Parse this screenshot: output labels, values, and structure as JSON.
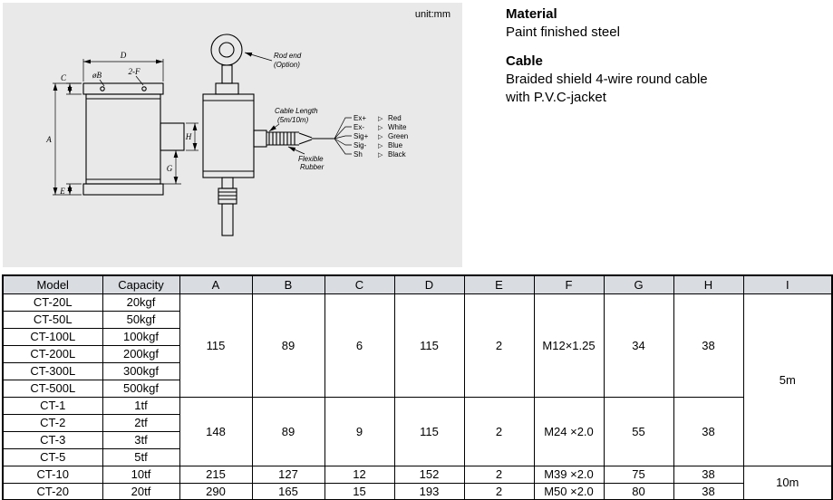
{
  "colors": {
    "panel_bg": "#e9e9e9",
    "table_header_bg": "#d9dce1"
  },
  "info": {
    "material_heading": "Material",
    "material_text": "Paint finished steel",
    "cable_heading": "Cable",
    "cable_text_line1": "Braided shield 4-wire round cable",
    "cable_text_line2": "with P.V.C-jacket"
  },
  "drawing": {
    "unit_label": "unit:mm",
    "dim_d": "D",
    "dim_c": "C",
    "dim_phi_b": "øB",
    "dim_2f": "2-F",
    "dim_a": "A",
    "dim_e": "E",
    "dim_h": "H",
    "dim_g": "G",
    "rod_end_line1": "Rod end",
    "rod_end_line2": "(Option)",
    "cable_length_line1": "Cable Length",
    "cable_length_line2": "(5m/10m)",
    "flexible_line1": "Flexible",
    "flexible_line2": "Rubber",
    "wires": [
      {
        "pin": "Ex+",
        "tri": "▷",
        "color": "Red"
      },
      {
        "pin": "Ex-",
        "tri": "▷",
        "color": "White"
      },
      {
        "pin": "Sig+",
        "tri": "▷",
        "color": "Green"
      },
      {
        "pin": "Sig-",
        "tri": "▷",
        "color": "Blue"
      },
      {
        "pin": "Sh",
        "tri": "▷",
        "color": "Black"
      }
    ]
  },
  "table": {
    "headers": [
      "Model",
      "Capacity",
      "A",
      "B",
      "C",
      "D",
      "E",
      "F",
      "G",
      "H",
      "I"
    ],
    "rows": [
      {
        "model": "CT-20L",
        "capacity": "20kgf"
      },
      {
        "model": "CT-50L",
        "capacity": "50kgf"
      },
      {
        "model": "CT-100L",
        "capacity": "100kgf"
      },
      {
        "model": "CT-200L",
        "capacity": "200kgf"
      },
      {
        "model": "CT-300L",
        "capacity": "300kgf"
      },
      {
        "model": "CT-500L",
        "capacity": "500kgf"
      },
      {
        "model": "CT-1",
        "capacity": "1tf"
      },
      {
        "model": "CT-2",
        "capacity": "2tf"
      },
      {
        "model": "CT-3",
        "capacity": "3tf"
      },
      {
        "model": "CT-5",
        "capacity": "5tf"
      },
      {
        "model": "CT-10",
        "capacity": "10tf"
      },
      {
        "model": "CT-20",
        "capacity": "20tf"
      }
    ],
    "groups": [
      {
        "A": "115",
        "B": "89",
        "C": "6",
        "D": "115",
        "E": "2",
        "F": "M12×1.25",
        "G": "34",
        "H": "38"
      },
      {
        "A": "148",
        "B": "89",
        "C": "9",
        "D": "115",
        "E": "2",
        "F": "M24 ×2.0",
        "G": "55",
        "H": "38"
      },
      {
        "A": "215",
        "B": "127",
        "C": "12",
        "D": "152",
        "E": "2",
        "F": "M39 ×2.0",
        "G": "75",
        "H": "38"
      },
      {
        "A": "290",
        "B": "165",
        "C": "15",
        "D": "193",
        "E": "2",
        "F": "M50 ×2.0",
        "G": "80",
        "H": "38"
      }
    ],
    "cable_col": [
      {
        "value": "5m"
      },
      {
        "value": "10m"
      }
    ]
  }
}
